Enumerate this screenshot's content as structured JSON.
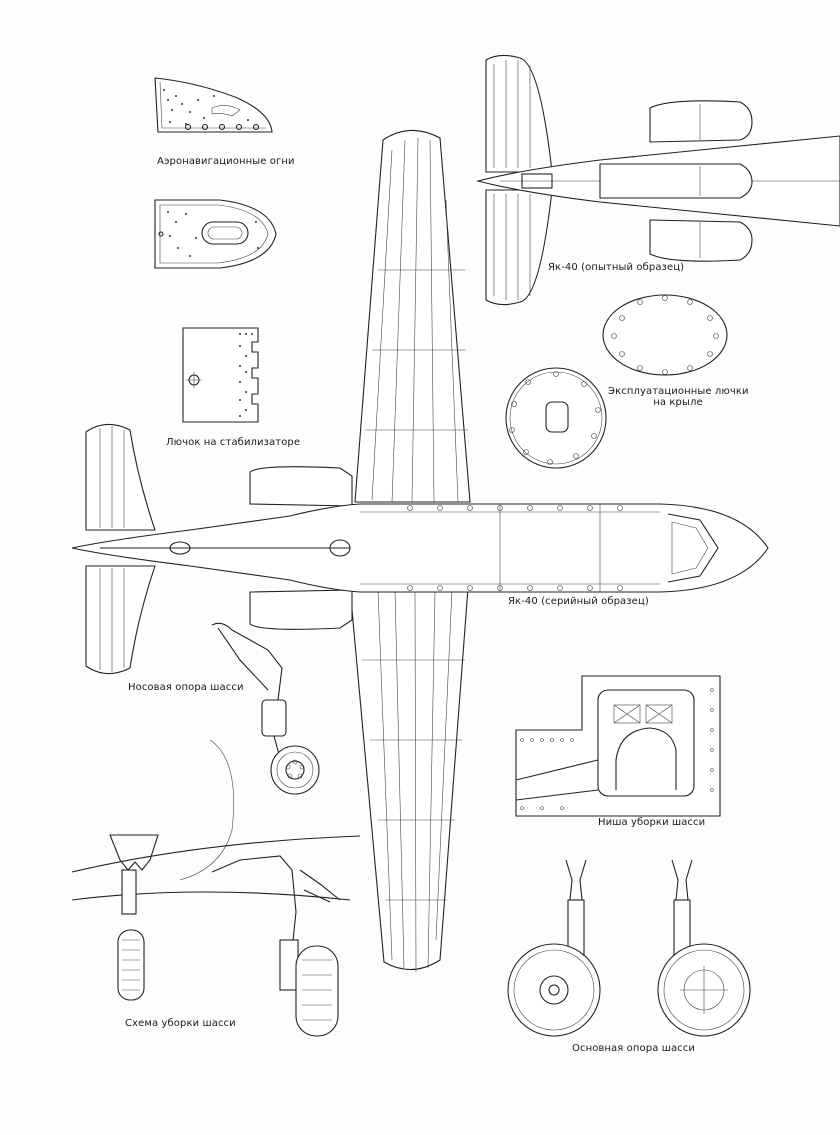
{
  "captions": {
    "nav_lights": "Аэронавигационные огни",
    "stab_hatch": "Лючок на стабилизаторе",
    "prototype": "Як-40 (опытный образец)",
    "service_hatches_1": "Эксплуатационные лючки",
    "service_hatches_2": "на крыле",
    "serial": "Як-40 (серийный образец)",
    "nose_gear": "Носовая опора шасси",
    "gear_bay": "Ниша уборки шасси",
    "retraction": "Схема уборки шасси",
    "main_gear": "Основная опора шасси"
  },
  "colors": {
    "ink": "#222222",
    "paper": "#fdfdfb"
  }
}
